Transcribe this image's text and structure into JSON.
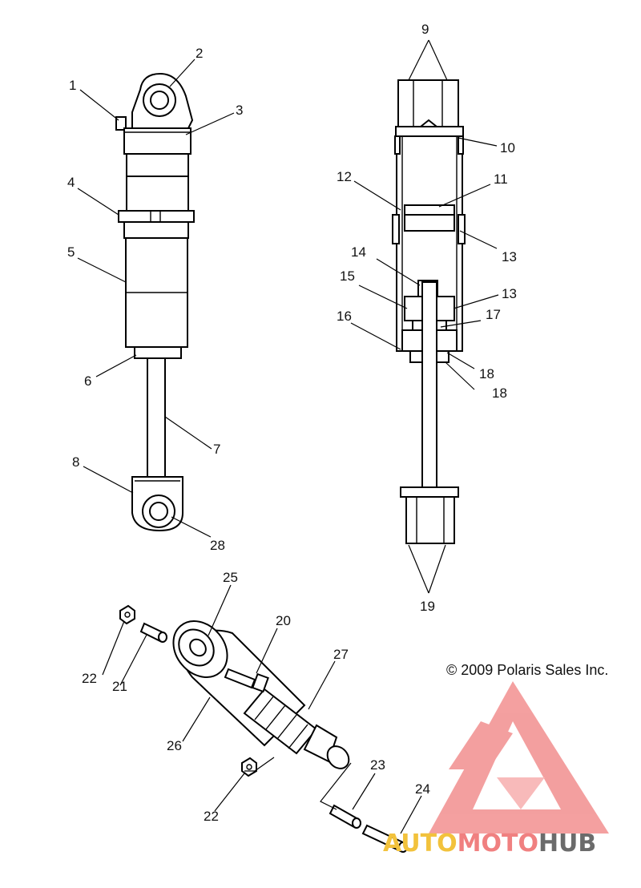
{
  "diagram": {
    "callouts": [
      {
        "id": "c1",
        "text": "1"
      },
      {
        "id": "c2",
        "text": "2"
      },
      {
        "id": "c3",
        "text": "3"
      },
      {
        "id": "c4",
        "text": "4"
      },
      {
        "id": "c5",
        "text": "5"
      },
      {
        "id": "c6",
        "text": "6"
      },
      {
        "id": "c7",
        "text": "7"
      },
      {
        "id": "c8",
        "text": "8"
      },
      {
        "id": "c28",
        "text": "28"
      },
      {
        "id": "c9",
        "text": "9"
      },
      {
        "id": "c10",
        "text": "10"
      },
      {
        "id": "c11",
        "text": "11"
      },
      {
        "id": "c12",
        "text": "12"
      },
      {
        "id": "c13a",
        "text": "13"
      },
      {
        "id": "c14",
        "text": "14"
      },
      {
        "id": "c15",
        "text": "15"
      },
      {
        "id": "c13b",
        "text": "13"
      },
      {
        "id": "c16",
        "text": "16"
      },
      {
        "id": "c17",
        "text": "17"
      },
      {
        "id": "c18a",
        "text": "18"
      },
      {
        "id": "c18b",
        "text": "18"
      },
      {
        "id": "c19",
        "text": "19"
      },
      {
        "id": "c25",
        "text": "25"
      },
      {
        "id": "c20",
        "text": "20"
      },
      {
        "id": "c27",
        "text": "27"
      },
      {
        "id": "c22a",
        "text": "22"
      },
      {
        "id": "c21",
        "text": "21"
      },
      {
        "id": "c26",
        "text": "26"
      },
      {
        "id": "c22b",
        "text": "22"
      },
      {
        "id": "c23",
        "text": "23"
      },
      {
        "id": "c24",
        "text": "24"
      }
    ],
    "copyright": "© 2009 Polaris Sales Inc.",
    "watermark": {
      "part1": "AUTO",
      "part2": "MOTO",
      "part3": "HUB",
      "color1": "#f2c23c",
      "color2": "#f08080",
      "color3": "#6b6b6b",
      "logo_color": "#f08080"
    }
  }
}
